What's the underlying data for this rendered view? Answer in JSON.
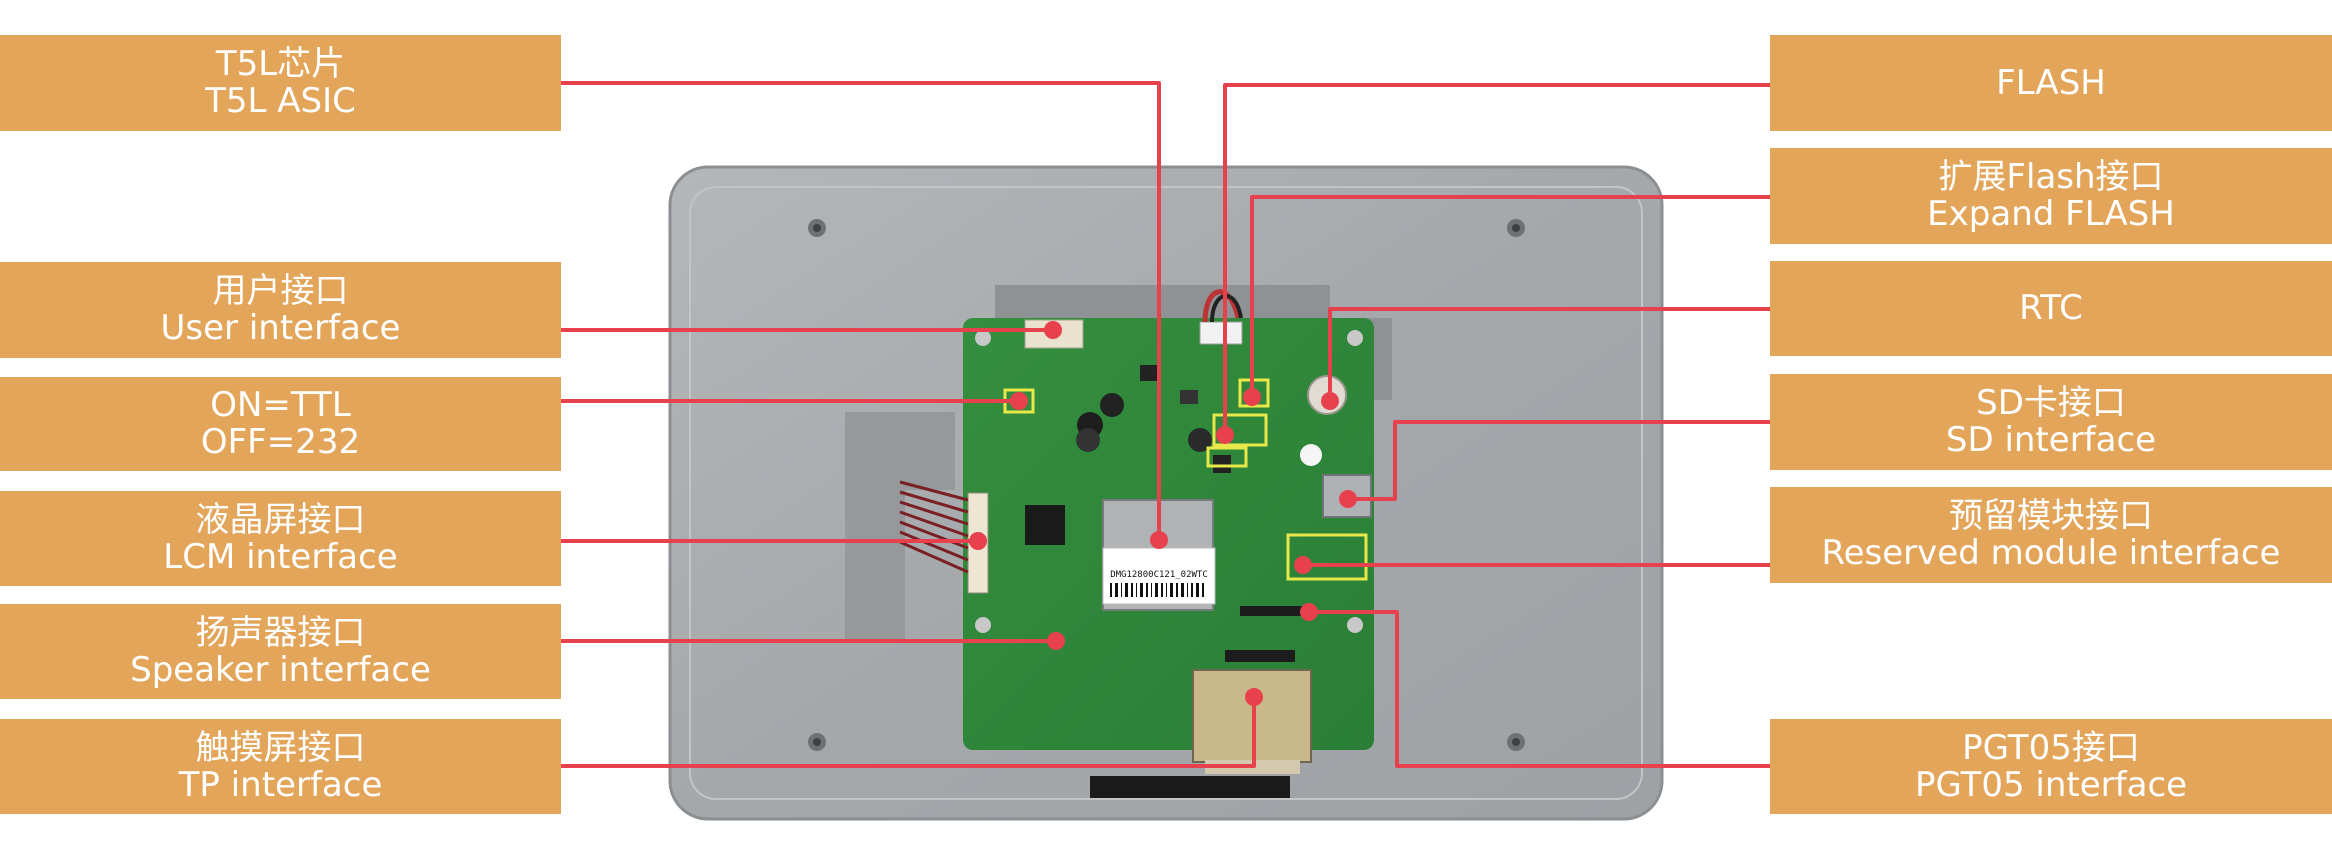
{
  "labels": {
    "t5l_asic": {
      "zh": "T5L芯片",
      "en": "T5L ASIC"
    },
    "user_interface": {
      "zh": "用户接口",
      "en": "User interface"
    },
    "ttl_switch": {
      "line1": "ON=TTL",
      "line2": "OFF=232"
    },
    "lcm_interface": {
      "zh": "液晶屏接口",
      "en": "LCM interface"
    },
    "speaker_interface": {
      "zh": "扬声器接口",
      "en": "Speaker  interface"
    },
    "tp_interface": {
      "zh": "触摸屏接口",
      "en": "TP interface"
    },
    "flash": {
      "en": "FLASH"
    },
    "expand_flash": {
      "zh": "扩展Flash接口",
      "en": "Expand FLASH"
    },
    "rtc": {
      "en": "RTC"
    },
    "sd_interface": {
      "zh": "SD卡接口",
      "en": "SD  interface"
    },
    "reserved_module": {
      "zh": "预留模块接口",
      "en": "Reserved module interface"
    },
    "pgt05_interface": {
      "zh": "PGT05接口",
      "en": "PGT05 interface"
    }
  },
  "board_markings": {
    "chip_sticker": "DMG12800C121_02WTC"
  },
  "colors": {
    "label_fill": "#e3a55a",
    "label_text": "#ffffff",
    "leader_line": "#e8414e",
    "marker_dot": "#e8414e",
    "metal_frame": "#a7abae",
    "pcb_green": "#2f8a3a",
    "highlight_box": "#e8e84a"
  }
}
